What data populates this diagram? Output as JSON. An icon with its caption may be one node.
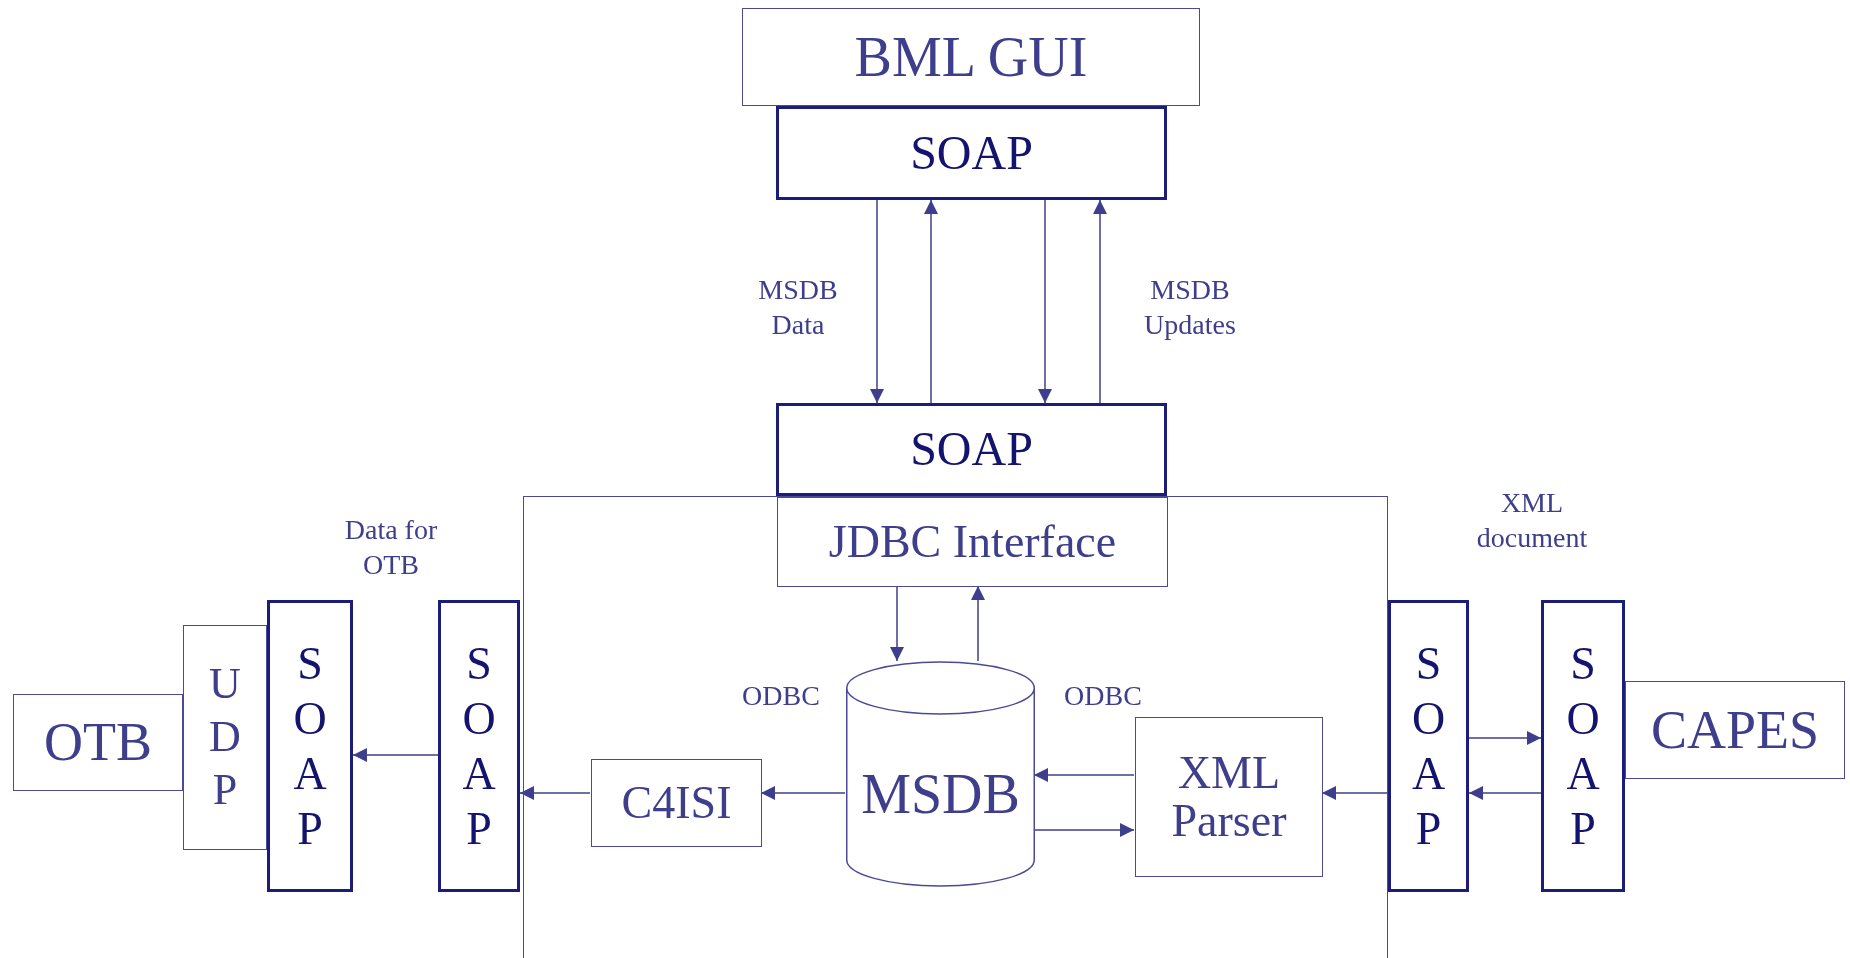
{
  "diagram": {
    "nodes": [
      {
        "text": [
          "BML GUI"
        ]
      },
      {
        "text": [
          "SOAP"
        ]
      },
      {
        "text": [
          "SOAP"
        ]
      },
      {
        "text": [],
        "shape": "box"
      },
      {
        "text": [
          "JDBC Interface"
        ],
        "in": 3
      },
      {
        "text": [
          "OTB"
        ]
      },
      {
        "text": [
          "UDP"
        ]
      },
      {
        "text": [
          "SOAP"
        ]
      },
      {
        "text": [
          "SOAP"
        ]
      },
      {
        "text": [
          "C4ISI"
        ],
        "in": 3
      },
      {
        "text": [
          "MSDB"
        ],
        "in": 3
      },
      {
        "text": [
          "XML Parser"
        ],
        "in": 3
      },
      {
        "text": [
          "SOAP"
        ]
      },
      {
        "text": [
          "SOAP"
        ]
      },
      {
        "text": [
          "CAPES"
        ]
      }
    ],
    "edges": [
      {
        "from": 1,
        "to": 2,
        "arrow": "to"
      },
      {
        "from": 2,
        "to": 1,
        "arrow": "to"
      },
      {
        "from": 1,
        "to": 2,
        "arrow": "to"
      },
      {
        "from": 2,
        "to": 1,
        "arrow": "to"
      },
      {
        "from": 4,
        "to": 10,
        "arrow": "to"
      },
      {
        "from": 10,
        "to": 4,
        "arrow": "to"
      },
      {
        "from": 10,
        "to": 9,
        "arrow": "to"
      },
      {
        "from": 9,
        "to": 8,
        "arrow": "to"
      },
      {
        "from": 8,
        "to": 7,
        "arrow": "to"
      },
      {
        "from": 11,
        "to": 10,
        "arrow": "to"
      },
      {
        "from": 10,
        "to": 11,
        "arrow": "to"
      },
      {
        "from": 12,
        "to": 11,
        "arrow": "to"
      },
      {
        "from": 12,
        "to": 13,
        "arrow": "to"
      },
      {
        "from": 13,
        "to": 12,
        "arrow": "to"
      }
    ],
    "labels": [
      "MSDB Data",
      "MSDB Updates",
      "Data for OTB",
      "XML document",
      "ODBC",
      "ODBC"
    ]
  }
}
